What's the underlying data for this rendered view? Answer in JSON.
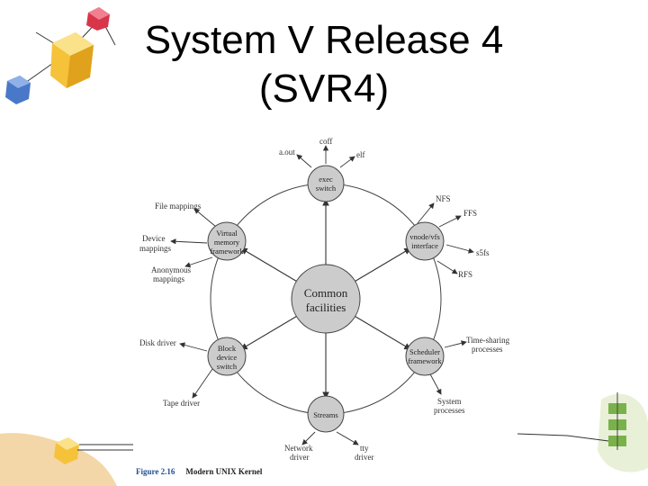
{
  "slide": {
    "title_line1": "System V Release 4",
    "title_line2": "(SVR4)"
  },
  "diagram": {
    "center": {
      "line1": "Common",
      "line2": "facilities"
    },
    "nodes": {
      "exec": [
        "exec",
        "switch"
      ],
      "vnode": [
        "vnode/vfs",
        "interface"
      ],
      "scheduler": [
        "Scheduler",
        "framework"
      ],
      "streams": [
        "Streams"
      ],
      "block": [
        "Block",
        "device",
        "switch"
      ],
      "vm": [
        "Virtual",
        "memory",
        "framework"
      ]
    },
    "outer_labels": {
      "coff": "coff",
      "aout": "a.out",
      "elf": "elf",
      "nfs": "NFS",
      "ffs": "FFS",
      "s5fs": "s5fs",
      "rfs": "RFS",
      "timesharing1": "Time-sharing",
      "timesharing2": "processes",
      "system1": "System",
      "system2": "processes",
      "network1": "Network",
      "network2": "driver",
      "tty1": "tty",
      "tty2": "driver",
      "tape": "Tape driver",
      "disk": "Disk driver",
      "file_mappings": "File mappings",
      "device1": "Device",
      "device2": "mappings",
      "anon1": "Anonymous",
      "anon2": "mappings"
    }
  },
  "caption": {
    "figure": "Figure 2.16",
    "text": "Modern UNIX Kernel"
  },
  "colors": {
    "figure_caption": "#1f4e8f",
    "cube_yellow": "#f5c23a",
    "cube_blue": "#4a78c8",
    "cube_red": "#d8344a",
    "cube_green": "#7ab24a"
  },
  "decorations": [
    "cube-cluster-icon-top-left",
    "cube-hand-icon-bottom-left",
    "cube-stack-icon-bottom-right"
  ]
}
